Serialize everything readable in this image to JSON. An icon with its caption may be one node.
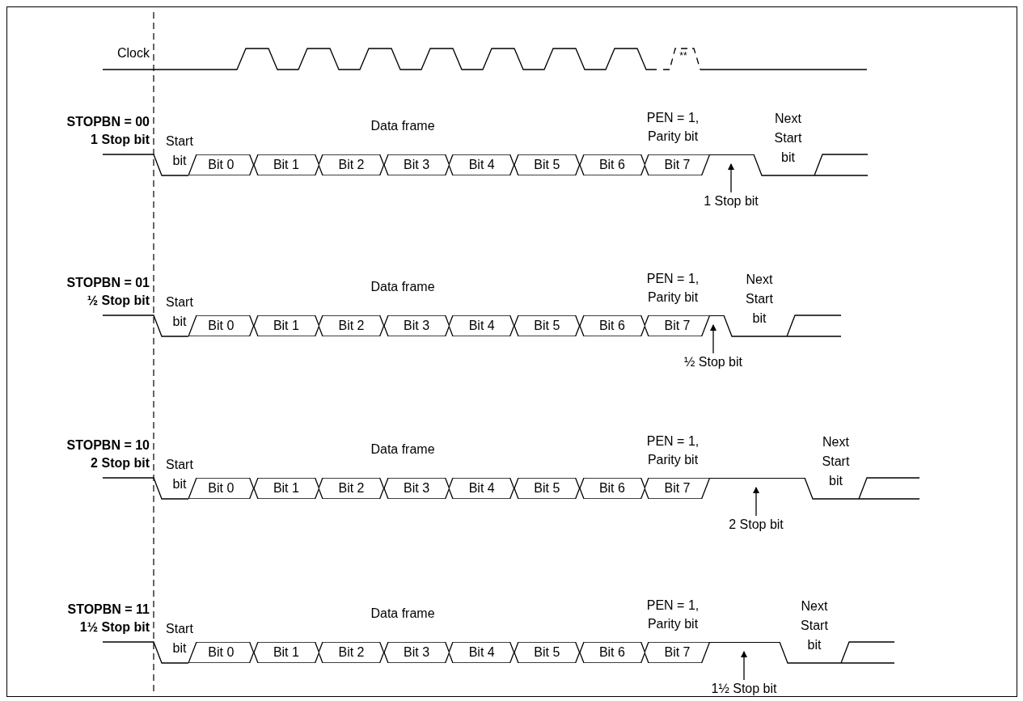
{
  "diagram": {
    "nodes": [
      {
        "text": [
          "Bit 0"
        ]
      },
      {
        "text": [
          "Bit 1"
        ]
      },
      {
        "text": [
          "Bit 2"
        ]
      },
      {
        "text": [
          "Bit 3"
        ]
      },
      {
        "text": [
          "Bit 4"
        ]
      },
      {
        "text": [
          "Bit 5"
        ]
      },
      {
        "text": [
          "Bit 6"
        ]
      },
      {
        "text": [
          "Bit 7"
        ]
      },
      {
        "text": [
          "1 Stop bit"
        ]
      },
      {
        "text": [
          "Bit 0"
        ]
      },
      {
        "text": [
          "Bit 1"
        ]
      },
      {
        "text": [
          "Bit 2"
        ]
      },
      {
        "text": [
          "Bit 3"
        ]
      },
      {
        "text": [
          "Bit 4"
        ]
      },
      {
        "text": [
          "Bit 5"
        ]
      },
      {
        "text": [
          "Bit 6"
        ]
      },
      {
        "text": [
          "Bit 7"
        ]
      },
      {
        "text": [
          "½ Stop bit"
        ]
      },
      {
        "text": [
          "Bit 0"
        ]
      },
      {
        "text": [
          "Bit 1"
        ]
      },
      {
        "text": [
          "Bit 2"
        ]
      },
      {
        "text": [
          "Bit 3"
        ]
      },
      {
        "text": [
          "Bit 4"
        ]
      },
      {
        "text": [
          "Bit 5"
        ]
      },
      {
        "text": [
          "Bit 6"
        ]
      },
      {
        "text": [
          "Bit 7"
        ]
      },
      {
        "text": [
          "2 Stop bit"
        ]
      },
      {
        "text": [
          "Bit 0"
        ]
      },
      {
        "text": [
          "Bit 1"
        ]
      },
      {
        "text": [
          "Bit 2"
        ]
      },
      {
        "text": [
          "Bit 3"
        ]
      },
      {
        "text": [
          "Bit 4"
        ]
      },
      {
        "text": [
          "Bit 5"
        ]
      },
      {
        "text": [
          "Bit 6"
        ]
      },
      {
        "text": [
          "Bit 7"
        ]
      },
      {
        "text": [
          "1½ Stop bit"
        ]
      },
      {
        "text": [],
        "shape": "bar"
      },
      {
        "text": [],
        "shape": "bar"
      },
      {
        "text": [],
        "shape": "bar"
      },
      {
        "text": [],
        "shape": "bar"
      }
    ],
    "edges": [
      {
        "from": 8,
        "to": 36,
        "arrow": "to"
      },
      {
        "from": 17,
        "to": 37,
        "arrow": "to"
      },
      {
        "from": 26,
        "to": 38,
        "arrow": "to"
      },
      {
        "from": 35,
        "to": 39,
        "arrow": "to"
      }
    ],
    "labels": [
      "Clock",
      "**",
      "STOPBN = 00",
      "1 Stop bit",
      "Data frame",
      "PEN = 1, Parity bit",
      "Start bit",
      "Next Start bit",
      "STOPBN = 01",
      "½ Stop bit",
      "Data frame",
      "PEN = 1, Parity bit",
      "Start bit",
      "Next Start bit",
      "STOPBN = 10",
      "2 Stop bit",
      "Data frame",
      "PEN = 1, Parity bit",
      "Start bit",
      "Next Start bit",
      "STOPBN = 11",
      "1½ Stop bit",
      "Data frame",
      "PEN = 1, Parity bit",
      "Start bit",
      "Next Start bit"
    ]
  }
}
